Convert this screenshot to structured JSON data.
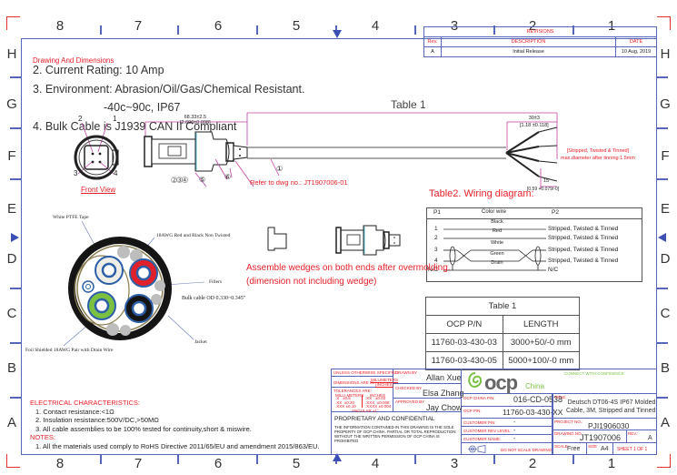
{
  "frame": {
    "column_labels": [
      "8",
      "7",
      "6",
      "5",
      "4",
      "3",
      "2",
      "1"
    ],
    "row_labels": [
      "H",
      "G",
      "F",
      "E",
      "D",
      "C",
      "B",
      "A"
    ]
  },
  "revisions": {
    "title": "REVISIONS",
    "headers": {
      "rev": "Rev.",
      "description": "DESCRIPTION",
      "date": "DATE"
    },
    "rows": [
      {
        "rev": "A",
        "description": "Initial Release",
        "date": "10 Aug, 2019"
      }
    ]
  },
  "notes_top": {
    "heading": "Drawing And Dimensions",
    "lines": [
      "2. Current Rating: 10 Amp",
      "3. Environment:  Abrasion/Oil/Gas/Chemical Resistant.",
      "-40c~90c, IP67",
      "4.  Bulk Cable is J1939 CAN II Compliant"
    ]
  },
  "front_view": {
    "label": "Front View",
    "pins": [
      "1",
      "2",
      "3",
      "4"
    ]
  },
  "cable_drawing": {
    "length_label": "Table 1",
    "connector_dim": "68.33±2.5",
    "connector_dim_in": "[2.690±0.098]",
    "strip_dim": "30±3",
    "strip_dim_in": "[1.18 ±0.118]",
    "end_dim": "15",
    "end_dim_tol": "+2/-0",
    "end_dim_in": "[0.59 +0.079/-0]",
    "end_note_line1": "[Stripped, Twisted & Tinned]",
    "end_note_line2": "max.diameter after tinning:1.5mm",
    "balloons": [
      "1",
      "2",
      "3",
      "4",
      "5",
      "6"
    ],
    "balloon_group": "234",
    "refer_note": "Refer to dwg no.: JT1907006-01"
  },
  "cross_section": {
    "labels": {
      "tape": "White PTFE Tape",
      "pair": "18AWG Red and Black Non Twisted",
      "fillers": "Fillers",
      "od": "Bulk cable OD 0.330~0.345\"",
      "jacket": "Jacket",
      "shielded": "Foil Shielded 18AWG Pair with Drain Wire"
    },
    "colors": {
      "jacket": "#151515",
      "red": "#e0202a",
      "green": "#7ac143",
      "white": "#eeeee6",
      "blue": "#2d5fa8",
      "filler": "#bdbdbd",
      "braid": "#8a7d50"
    }
  },
  "wedge_note": {
    "line1": "Assemble wedges on both ends after overmolding.",
    "line2": "(dimension not including wedge)"
  },
  "wiring": {
    "title": "Table2. Wiring diagram:",
    "headers": {
      "p1": "P1",
      "color": "Color wire",
      "p2": "P2"
    },
    "rows": [
      {
        "p1": "1",
        "color": "Black",
        "p2": "Stripped, Twisted & Tinned"
      },
      {
        "p1": "2",
        "color": "Red",
        "p2": "Stripped, Twisted & Tinned"
      },
      {
        "p1": "3",
        "color": "White",
        "p2": "Stripped, Twisted & Tinned"
      },
      {
        "p1": "4",
        "color": "Green",
        "p2": "Stripped, Twisted & Tinned"
      },
      {
        "p1": "N/C",
        "color": "Drain",
        "p2": "N/C"
      }
    ]
  },
  "length_table": {
    "title": "Table 1",
    "headers": [
      "OCP P/N",
      "LENGTH"
    ],
    "rows": [
      [
        "11760-03-430-03",
        "3000+50/-0 mm"
      ],
      [
        "11760-03-430-05",
        "5000+100/-0 mm"
      ]
    ]
  },
  "electrical": {
    "heading": "ELECTRICAL CHARACTERISTICS:",
    "items": [
      "1. Contact resistance:<1Ω",
      "2. Insulation resistance:500V/DC,>50MΩ",
      "3. All cable assemblies to be 100% tested for continuity,short & miswire."
    ],
    "notes_heading": "NOTES:",
    "notes": [
      "1.  All the materials used comply to RoHS Directive 2011/65/EU and amendment 2015/863/EU."
    ]
  },
  "title_block": {
    "unless": "UNLESS OTHERWISE SPECIFIED",
    "dims_in": "DIMENSIONS ARE IN",
    "units": "MILLIMETERS",
    "units2": "[INCHES]",
    "tolerances": "TOLERANCES ARE:",
    "mm_hdr": "MILLI METERS",
    "in_hdr": "INCHES",
    "tol_mm": [
      ".X   ±0.5",
      ".XX  ±0.20",
      ".XXX ±0.10"
    ],
    "tol_in": [
      ".XX   ±0.02",
      ".XXX  ±0.008",
      ".XXXX ±0.004"
    ],
    "angular": "ANGULAR ±1°",
    "drawn_by_lbl": "DRAWN BY",
    "drawn_by": "Allan Xue",
    "checked_by_lbl": "CHECKED BY",
    "checked_by": "Elsa Zhang",
    "approved_by_lbl": "APPROVED BY",
    "approved_by": "Jay Chow",
    "proprietary": "PROPRIETARY AND CONFIDENTIAL",
    "proprietary_text": "THE INFORMATION CONTAINED IN THIS DRAWING IS THE SOLE PROPERTY OF OCP CHINA. PARTIAL OR TOTAL REPRODUCTION WITHOUT THE WRITTEN PERMISSION OF OCP CHINA IS PROHIBITED",
    "logo_text": "ocp",
    "logo_sub": "China",
    "tagline": "CONNECT WITH CONFIDENCE",
    "ocp_china_pn_lbl": "OCP CHINA P/N:",
    "ocp_china_pn": "016-CD-0538",
    "ocp_pn_lbl": "OCP P/N:",
    "ocp_pn": "11760-03-430-XX",
    "customer_pn_lbl": "CUSTOMER P/N:",
    "customer_pn": "-",
    "customer_rev_lbl": "CUSTOMER REV LEVEL:",
    "customer_rev": "-",
    "customer_name_lbl": "CUSTOMER NAME:",
    "customer_name": "-",
    "do_not_scale": "DO NOT SCALE DRAWING",
    "title_lbl": "TITLE:",
    "title_line1": "Deutsch DT06-4S IP67 Molded",
    "title_line2": "Cable, 3M, Stripped and Tinned",
    "project_lbl": "PROJECT NO.:",
    "project": "PJI1906030",
    "drawing_lbl": "DRAWING NO.:",
    "drawing": "JT1907006",
    "rev_lbl": "REV.:",
    "rev": "A",
    "scale_lbl": "SCALE",
    "scale": "Free",
    "size_lbl": "SIZE",
    "size": "A4",
    "sheet": "SHEET 1 OF 1"
  },
  "colors": {
    "frame": "#5566bb",
    "accent_red": "#e8202a",
    "dim_magenta": "#c040a0",
    "logo_green": "#7ac143"
  }
}
